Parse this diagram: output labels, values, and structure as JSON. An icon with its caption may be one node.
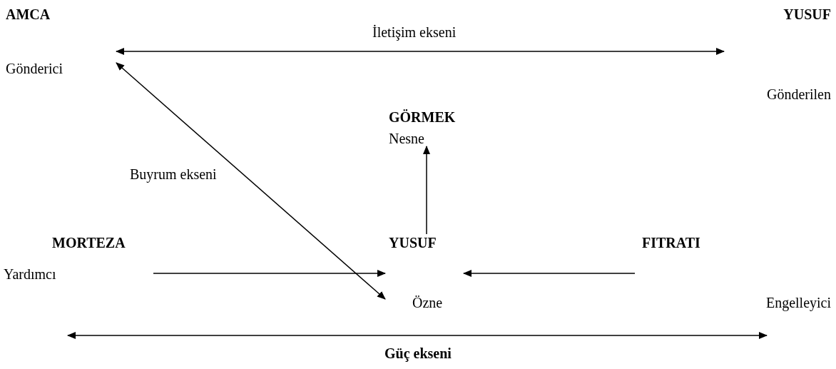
{
  "diagram": {
    "nodes": [
      {
        "text": [
          "AMCA",
          "Gönderici"
        ]
      },
      {
        "text": [
          "YUSUF",
          "Gönderilen"
        ]
      },
      {
        "text": [
          "GÖRMEK",
          "Nesne"
        ]
      },
      {
        "text": [
          "MORTEZA",
          "Yardımcı"
        ]
      },
      {
        "text": [
          "YUSUF",
          "Özne"
        ]
      },
      {
        "text": [
          "FITRATI",
          "Engelleyici"
        ]
      }
    ],
    "edges": [
      {
        "from": 0,
        "to": 1,
        "arrow": "both",
        "label": "İletişim ekseni"
      },
      {
        "from": 0,
        "to": 4,
        "arrow": "both",
        "label": "Buyrum ekseni"
      },
      {
        "from": 4,
        "to": 2,
        "arrow": "to"
      },
      {
        "from": 3,
        "to": 4,
        "arrow": "to"
      },
      {
        "from": 5,
        "to": 4,
        "arrow": "to"
      }
    ],
    "labels": [
      "Güç ekseni"
    ]
  }
}
